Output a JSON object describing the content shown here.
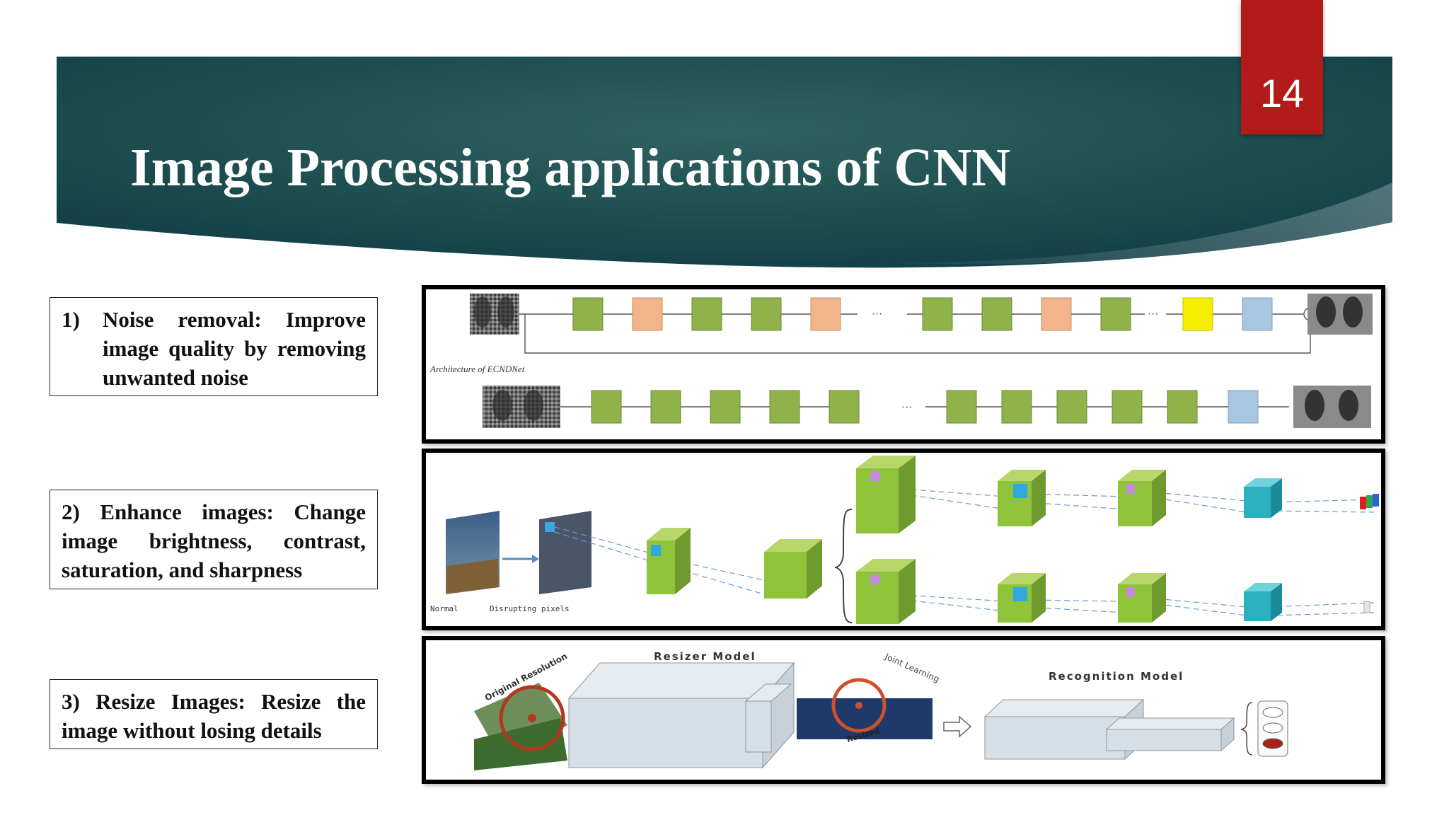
{
  "slide": {
    "page_number": "14",
    "title": "Image Processing applications of CNN"
  },
  "items": [
    {
      "number": "1)",
      "text": "Noise removal: Improve image quality by removing unwanted noise"
    },
    {
      "text": "2) Enhance images: Change image brightness, contrast, saturation, and sharpness"
    },
    {
      "text": "3) Resize Images: Resize the image without losing details"
    }
  ],
  "figures": {
    "denoise": {
      "caption": "Architecture of ECNDNet",
      "ellipsis": "···"
    },
    "enhance": {
      "label_normal": "Normal",
      "label_disrupt": "Disrupting pixels"
    },
    "resize": {
      "label_resizer": "Resizer Model",
      "label_joint": "Joint Learning",
      "label_recognition": "Recognition Model",
      "label_original": "Original Resolution",
      "label_resized": "Resized"
    }
  },
  "colors": {
    "header_dark": "#0f3e45",
    "header_mid": "#2d5f5c",
    "page_badge": "#b31b1b",
    "conv_green": "#8fb34a",
    "bn_orange": "#f2b48a",
    "yellow_block": "#f6ee00",
    "blue_block": "#a9c6e0"
  }
}
